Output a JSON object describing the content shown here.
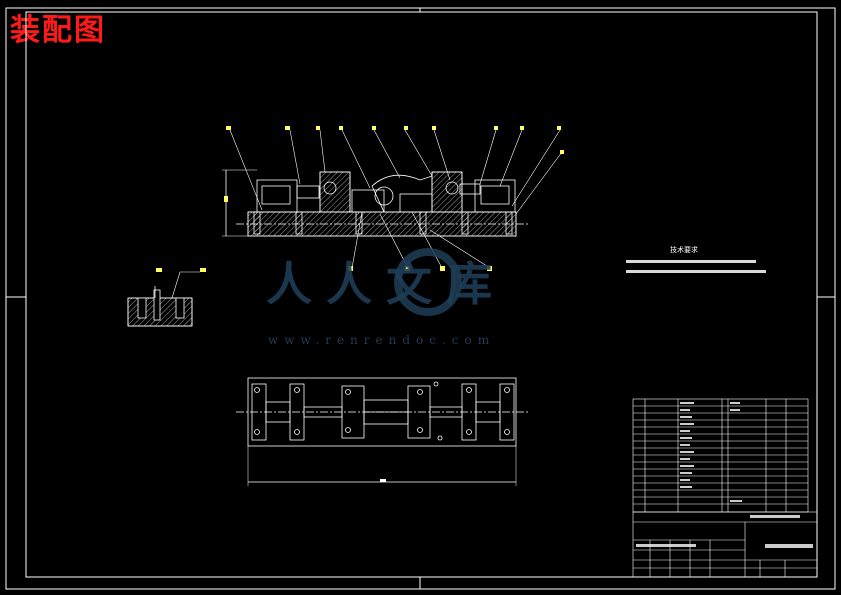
{
  "title": "装配图",
  "technical_requirements": {
    "heading": "技术要求"
  },
  "watermark": {
    "brand": "人人文库",
    "url": "www.renrendoc.com"
  },
  "colors": {
    "background": "#000000",
    "lines": "#ffffff",
    "title": "#ff1a1a",
    "callouts": "#ffff66",
    "watermark": "#1e3d57"
  }
}
